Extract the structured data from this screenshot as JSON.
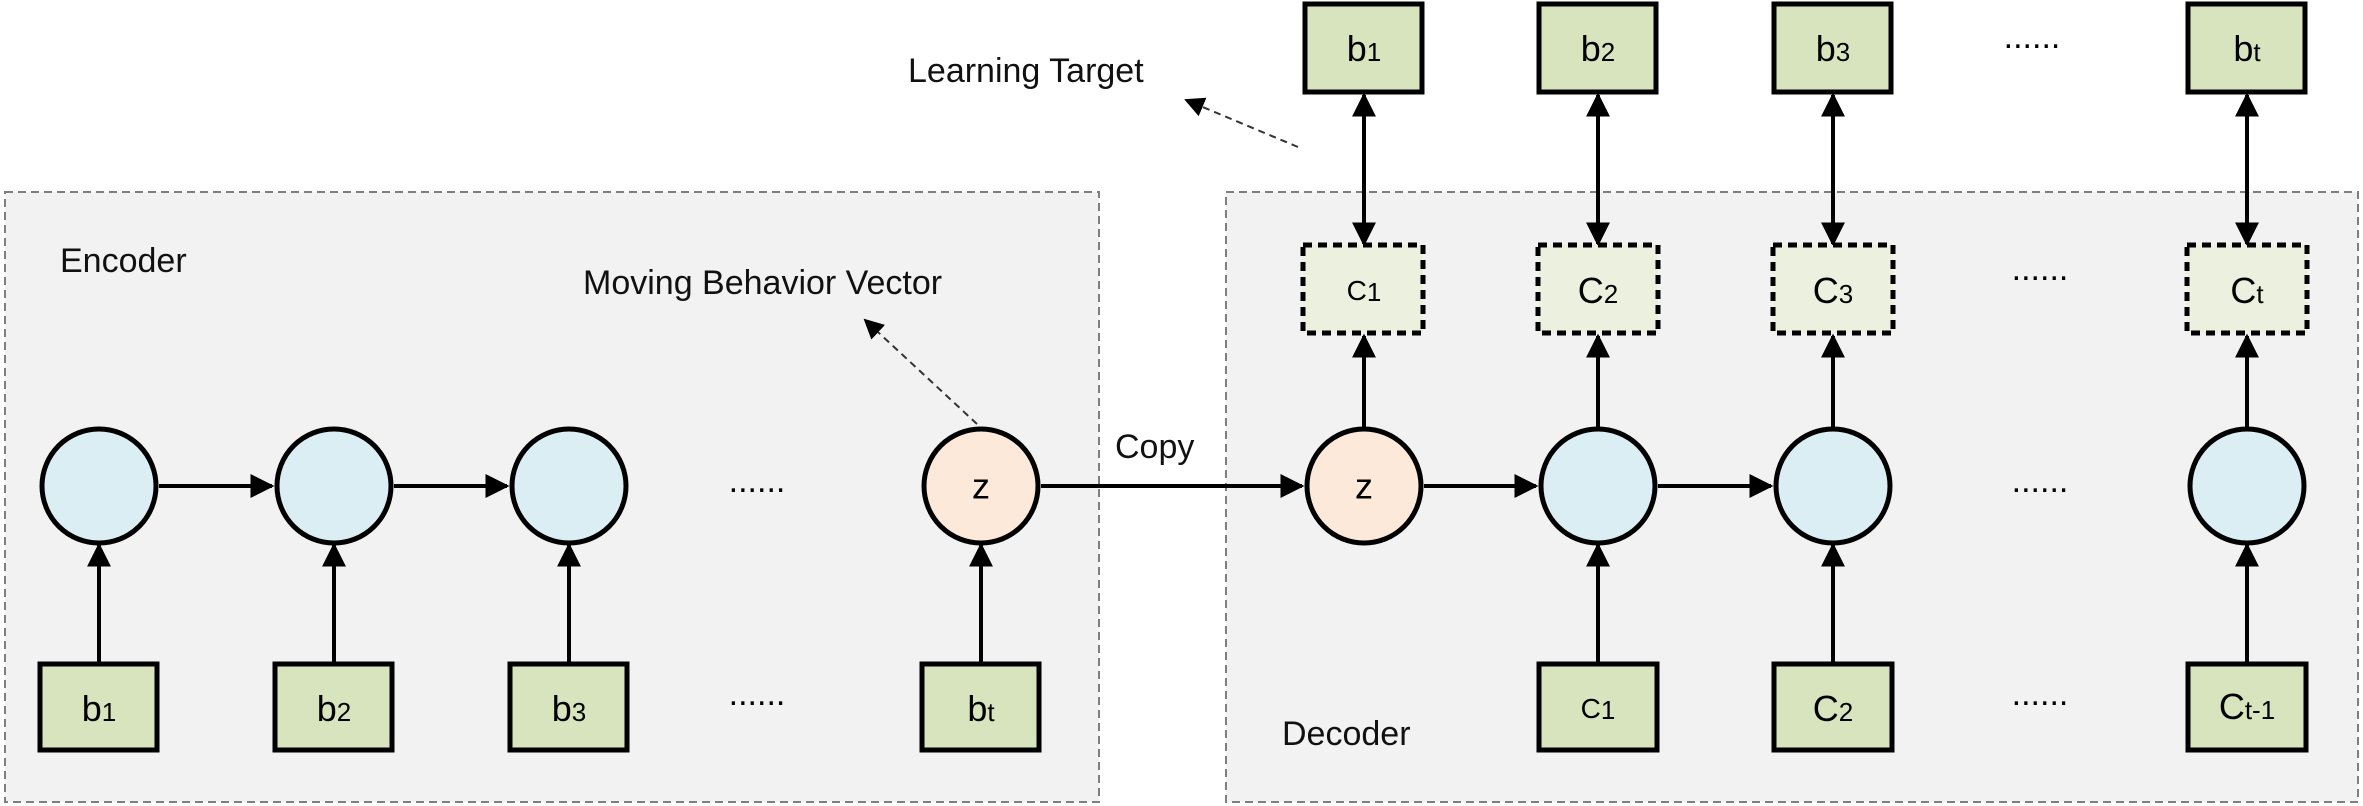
{
  "labels": {
    "encoder": "Encoder",
    "decoder": "Decoder",
    "copy": "Copy",
    "moving_behavior_vector": "Moving Behavior Vector",
    "learning_target": "Learning Target",
    "ellipsis": "......"
  },
  "encoder": {
    "inputs": [
      {
        "base": "b",
        "sub": "1"
      },
      {
        "base": "b",
        "sub": "2"
      },
      {
        "base": "b",
        "sub": "3"
      },
      {
        "base": "b",
        "sub": "t"
      }
    ],
    "latent": "z"
  },
  "decoder": {
    "latent": "z",
    "inputs": [
      {
        "base": "C",
        "sub": "1"
      },
      {
        "base": "C",
        "sub": "2"
      },
      {
        "base": "C",
        "sub": "t-1"
      }
    ],
    "hidden_outputs": [
      {
        "base": "C",
        "sub": "1"
      },
      {
        "base": "C",
        "sub": "2"
      },
      {
        "base": "C",
        "sub": "3"
      },
      {
        "base": "C",
        "sub": "t"
      }
    ],
    "targets": [
      {
        "base": "b",
        "sub": "1"
      },
      {
        "base": "b",
        "sub": "2"
      },
      {
        "base": "b",
        "sub": "3"
      },
      {
        "base": "b",
        "sub": "t"
      }
    ]
  },
  "colors": {
    "panel": "#f2f2f2",
    "rnn_cell": "#daeef3",
    "latent_cell": "#fde9d9",
    "input_box": "#d7e4bd",
    "output_box": "#ebf1de"
  }
}
